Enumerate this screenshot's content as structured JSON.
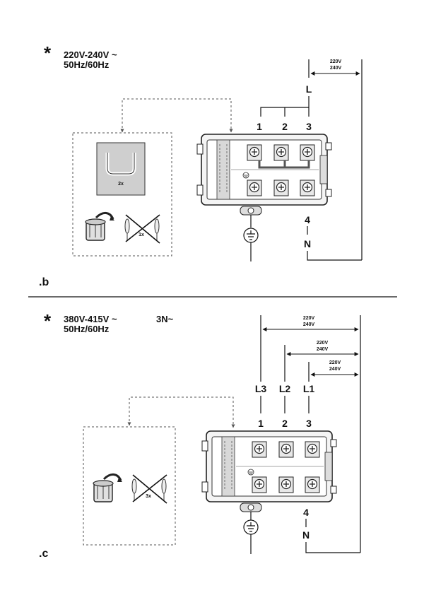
{
  "section_b": {
    "label": ".b",
    "star": "*",
    "voltage_line1": "220V-240V ~",
    "voltage_line2": "50Hz/60Hz",
    "span_top": "220V",
    "span_bottom": "240V",
    "phase_label": "L",
    "neutral_label": "N",
    "terminals": [
      "1",
      "2",
      "3",
      "4"
    ],
    "bridge_note": "2x",
    "removed_note": "1x"
  },
  "section_c": {
    "label": ".c",
    "star": "*",
    "voltage_line1": "380V-415V ~",
    "voltage_line2": "50Hz/60Hz",
    "system": "3N~",
    "spans": [
      {
        "top": "220V",
        "bottom": "240V"
      },
      {
        "top": "220V",
        "bottom": "240V"
      },
      {
        "top": "220V",
        "bottom": "240V"
      }
    ],
    "phases": [
      "L3",
      "L2",
      "L1"
    ],
    "neutral_label": "N",
    "terminals": [
      "1",
      "2",
      "3",
      "4"
    ],
    "removed_note": "3x"
  }
}
